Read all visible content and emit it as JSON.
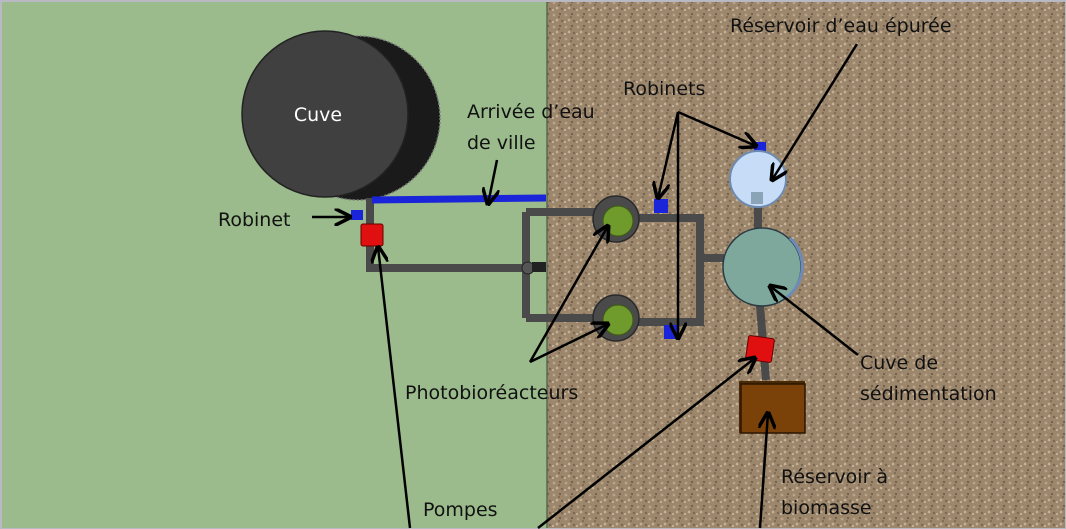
{
  "diagram": {
    "title": "",
    "colors": {
      "grass": "#9bbb8c",
      "soil": "#9e8a70",
      "pipe": "#4a4a4a",
      "water_pipe": "#1a24d8",
      "tap": "#1a24d8",
      "pump": "#e01010",
      "cuve": "#404040",
      "cuve_shadow": "#1a1a1a",
      "photobioreactor": "#6f9a2c",
      "clean_water": "#c7dcf6",
      "sedimentation": "#7fa89c",
      "biomass": "#7a4208"
    },
    "labels": {
      "cuve": "Cuve",
      "robinet": "Robinet",
      "arrivee_line1": "Arrivée d’eau",
      "arrivee_line2": "de ville",
      "robinets": "Robinets",
      "reservoir_eau_epuree": "Réservoir d’eau épurée",
      "photobioreacteurs": "Photobioréacteurs",
      "cuve_sedimentation_line1": "Cuve de",
      "cuve_sedimentation_line2": "sédimentation",
      "reservoir_biomasse_line1": "Réservoir à",
      "reservoir_biomasse_line2": "biomasse",
      "pompes": "Pompes"
    },
    "zones": [
      "grass",
      "soil"
    ],
    "components": [
      {
        "name": "Cuve",
        "type": "tank"
      },
      {
        "name": "Robinet",
        "type": "tap",
        "count": 1
      },
      {
        "name": "Arrivée d’eau de ville",
        "type": "water-supply-pipe"
      },
      {
        "name": "Photobioréacteurs",
        "type": "reactor",
        "count": 2
      },
      {
        "name": "Robinets",
        "type": "tap",
        "count": 3
      },
      {
        "name": "Réservoir d’eau épurée",
        "type": "tank"
      },
      {
        "name": "Cuve de sédimentation",
        "type": "tank"
      },
      {
        "name": "Pompes",
        "type": "pump",
        "count": 2
      },
      {
        "name": "Réservoir à biomasse",
        "type": "tank"
      }
    ]
  }
}
